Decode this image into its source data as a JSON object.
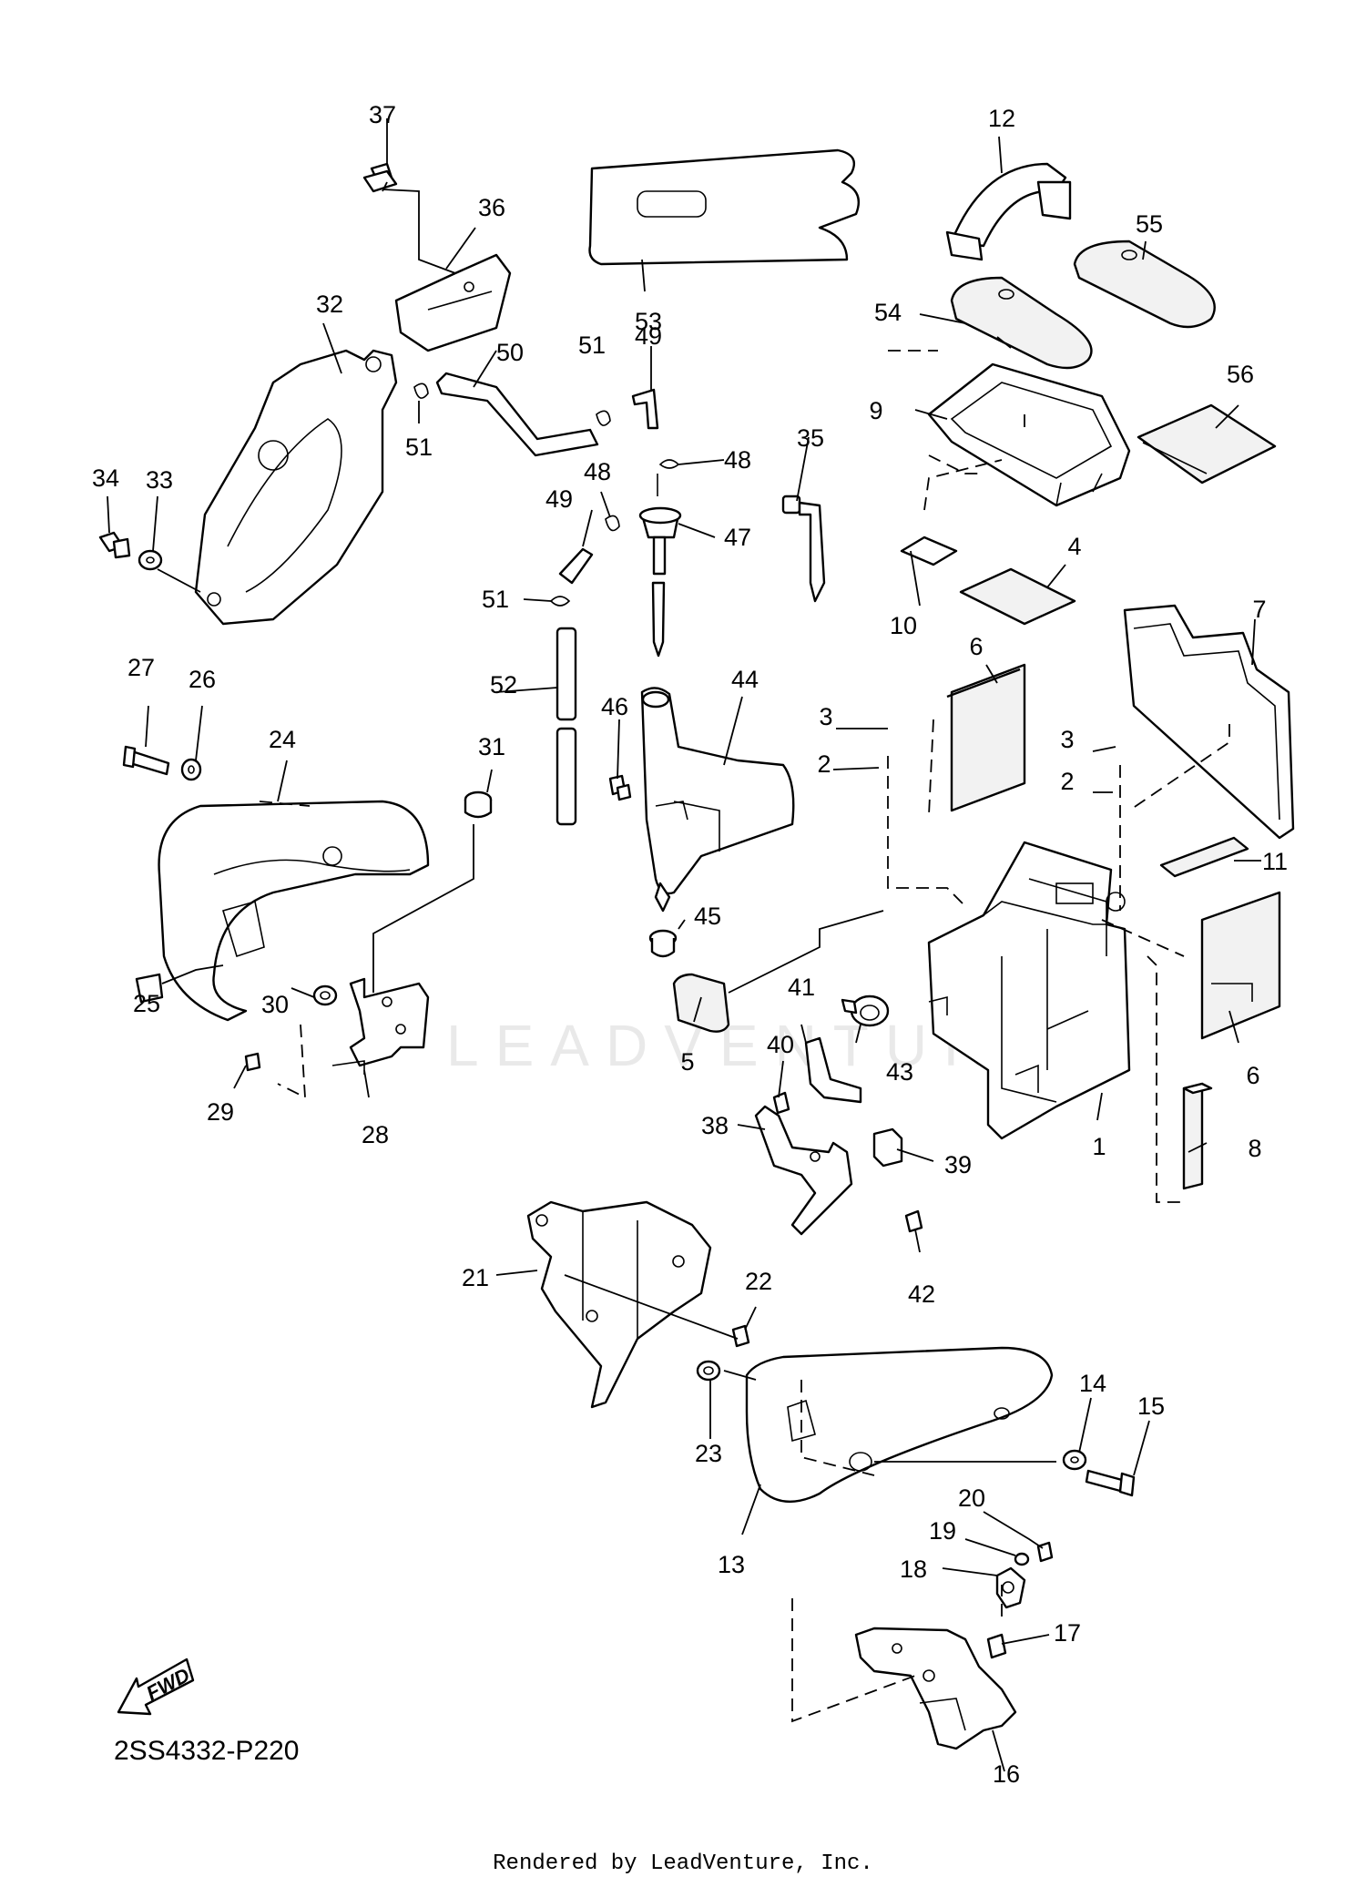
{
  "diagram": {
    "code": "2SS4332-P220",
    "footer": "Rendered by LeadVenture, Inc.",
    "watermark": "LEADVENTURE",
    "fwd_label": "FWD"
  },
  "callouts": [
    {
      "id": "c37",
      "text": "37"
    },
    {
      "id": "c36",
      "text": "36"
    },
    {
      "id": "c53",
      "text": "53"
    },
    {
      "id": "c12",
      "text": "12"
    },
    {
      "id": "c55",
      "text": "55"
    },
    {
      "id": "c54",
      "text": "54"
    },
    {
      "id": "c32",
      "text": "32"
    },
    {
      "id": "c50",
      "text": "50"
    },
    {
      "id": "c51a",
      "text": "51"
    },
    {
      "id": "c49a",
      "text": "49"
    },
    {
      "id": "c56",
      "text": "56"
    },
    {
      "id": "c9",
      "text": "9"
    },
    {
      "id": "c51b",
      "text": "51"
    },
    {
      "id": "c35",
      "text": "35"
    },
    {
      "id": "c48a",
      "text": "48"
    },
    {
      "id": "c34",
      "text": "34"
    },
    {
      "id": "c33",
      "text": "33"
    },
    {
      "id": "c48b",
      "text": "48"
    },
    {
      "id": "c49b",
      "text": "49"
    },
    {
      "id": "c47",
      "text": "47"
    },
    {
      "id": "c4",
      "text": "4"
    },
    {
      "id": "c51c",
      "text": "51"
    },
    {
      "id": "c10",
      "text": "10"
    },
    {
      "id": "c7",
      "text": "7"
    },
    {
      "id": "c6a",
      "text": "6"
    },
    {
      "id": "c27",
      "text": "27"
    },
    {
      "id": "c26",
      "text": "26"
    },
    {
      "id": "c52",
      "text": "52"
    },
    {
      "id": "c44",
      "text": "44"
    },
    {
      "id": "c46",
      "text": "46"
    },
    {
      "id": "c3a",
      "text": "3"
    },
    {
      "id": "c24",
      "text": "24"
    },
    {
      "id": "c31",
      "text": "31"
    },
    {
      "id": "c3b",
      "text": "3"
    },
    {
      "id": "c2a",
      "text": "2"
    },
    {
      "id": "c2b",
      "text": "2"
    },
    {
      "id": "c11",
      "text": "11"
    },
    {
      "id": "c45",
      "text": "45"
    },
    {
      "id": "c25",
      "text": "25"
    },
    {
      "id": "c30",
      "text": "30"
    },
    {
      "id": "c41",
      "text": "41"
    },
    {
      "id": "c6b",
      "text": "6"
    },
    {
      "id": "c5",
      "text": "5"
    },
    {
      "id": "c40",
      "text": "40"
    },
    {
      "id": "c43",
      "text": "43"
    },
    {
      "id": "c29",
      "text": "29"
    },
    {
      "id": "c28",
      "text": "28"
    },
    {
      "id": "c38",
      "text": "38"
    },
    {
      "id": "c1",
      "text": "1"
    },
    {
      "id": "c8",
      "text": "8"
    },
    {
      "id": "c39",
      "text": "39"
    },
    {
      "id": "c42",
      "text": "42"
    },
    {
      "id": "c21",
      "text": "21"
    },
    {
      "id": "c22",
      "text": "22"
    },
    {
      "id": "c14",
      "text": "14"
    },
    {
      "id": "c15",
      "text": "15"
    },
    {
      "id": "c23",
      "text": "23"
    },
    {
      "id": "c20",
      "text": "20"
    },
    {
      "id": "c19",
      "text": "19"
    },
    {
      "id": "c18",
      "text": "18"
    },
    {
      "id": "c13",
      "text": "13"
    },
    {
      "id": "c17",
      "text": "17"
    },
    {
      "id": "c16",
      "text": "16"
    }
  ]
}
